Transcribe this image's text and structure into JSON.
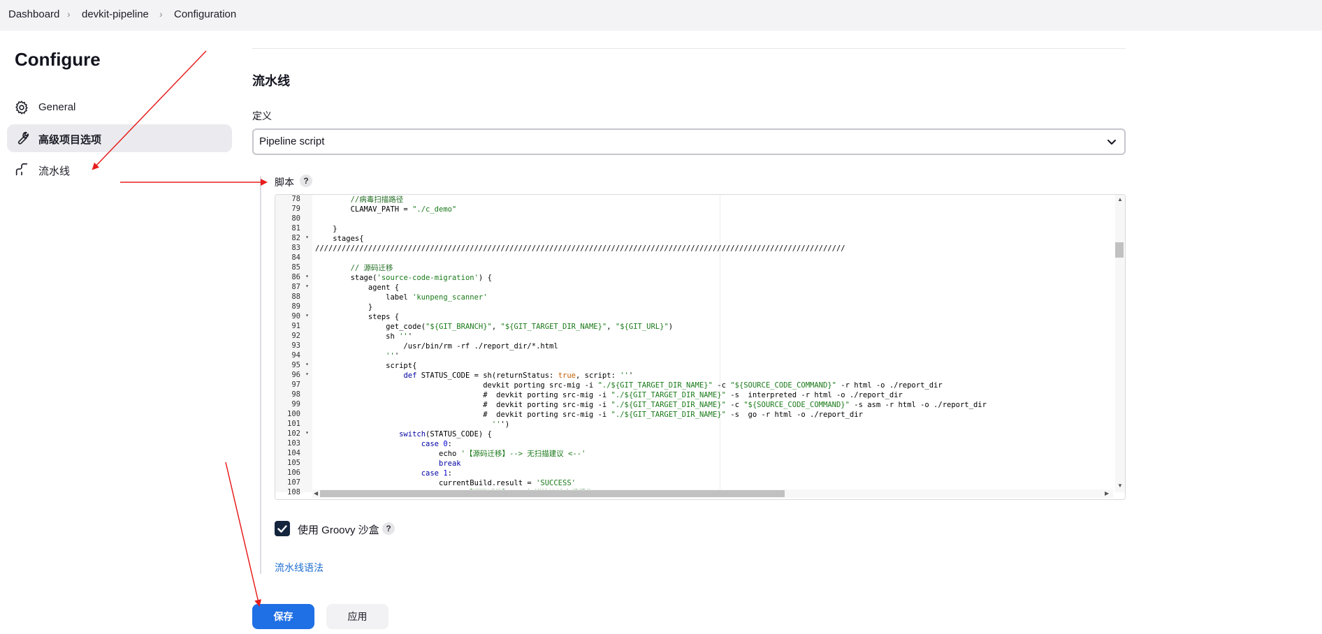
{
  "breadcrumb": [
    "Dashboard",
    "devkit-pipeline",
    "Configuration"
  ],
  "sidebar": {
    "title": "Configure",
    "items": [
      {
        "label": "General",
        "icon": "gear-icon",
        "active": false
      },
      {
        "label": "高级项目选项",
        "icon": "wrench-icon",
        "active": true
      },
      {
        "label": "流水线",
        "icon": "pipeline-icon",
        "active": false
      }
    ]
  },
  "main": {
    "section_title": "流水线",
    "definition_label": "定义",
    "definition_value": "Pipeline script",
    "script_label": "脚本",
    "help_glyph": "?",
    "sandbox_label": "使用 Groovy 沙盒",
    "sandbox_checked": true,
    "syntax_link": "流水线语法",
    "save_label": "保存",
    "apply_label": "应用"
  },
  "editor": {
    "lines": [
      {
        "n": "78",
        "fold": false,
        "code": "        //病毒扫描路径"
      },
      {
        "n": "79",
        "fold": false,
        "code": "        CLAMAV_PATH = \"./c_demo\""
      },
      {
        "n": "80",
        "fold": false,
        "code": ""
      },
      {
        "n": "81",
        "fold": false,
        "code": "    }"
      },
      {
        "n": "82",
        "fold": true,
        "code": "    stages{"
      },
      {
        "n": "83",
        "fold": false,
        "code": "////////////////////////////////////////////////////////////////////////////////////////////////////////////////////////"
      },
      {
        "n": "84",
        "fold": false,
        "code": ""
      },
      {
        "n": "85",
        "fold": false,
        "code": "        // 源码迁移"
      },
      {
        "n": "86",
        "fold": true,
        "code": "        stage('source-code-migration') {"
      },
      {
        "n": "87",
        "fold": true,
        "code": "            agent {"
      },
      {
        "n": "88",
        "fold": false,
        "code": "                label 'kunpeng_scanner'"
      },
      {
        "n": "89",
        "fold": false,
        "code": "            }"
      },
      {
        "n": "90",
        "fold": true,
        "code": "            steps {"
      },
      {
        "n": "91",
        "fold": false,
        "code": "                get_code(\"${GIT_BRANCH}\", \"${GIT_TARGET_DIR_NAME}\", \"${GIT_URL}\")"
      },
      {
        "n": "92",
        "fold": false,
        "code": "                sh '''"
      },
      {
        "n": "93",
        "fold": false,
        "code": "                    /usr/bin/rm -rf ./report_dir/*.html"
      },
      {
        "n": "94",
        "fold": false,
        "code": "                '''"
      },
      {
        "n": "95",
        "fold": true,
        "code": "                script{"
      },
      {
        "n": "96",
        "fold": true,
        "code": "                    def STATUS_CODE = sh(returnStatus: true, script: '''"
      },
      {
        "n": "97",
        "fold": false,
        "code": "                                      devkit porting src-mig -i \"./${GIT_TARGET_DIR_NAME}\" -c \"${SOURCE_CODE_COMMAND}\" -r html -o ./report_dir"
      },
      {
        "n": "98",
        "fold": false,
        "code": "                                      #  devkit porting src-mig -i \"./${GIT_TARGET_DIR_NAME}\" -s  interpreted -r html -o ./report_dir"
      },
      {
        "n": "99",
        "fold": false,
        "code": "                                      #  devkit porting src-mig -i \"./${GIT_TARGET_DIR_NAME}\" -c \"${SOURCE_CODE_COMMAND}\" -s asm -r html -o ./report_dir"
      },
      {
        "n": "100",
        "fold": false,
        "code": "                                      #  devkit porting src-mig -i \"./${GIT_TARGET_DIR_NAME}\" -s  go -r html -o ./report_dir"
      },
      {
        "n": "101",
        "fold": false,
        "code": "                                        ''')"
      },
      {
        "n": "102",
        "fold": true,
        "code": "                   switch(STATUS_CODE) {"
      },
      {
        "n": "103",
        "fold": false,
        "code": "                        case 0:"
      },
      {
        "n": "104",
        "fold": false,
        "code": "                            echo '【源码迁移】--> 无扫描建议 <--'"
      },
      {
        "n": "105",
        "fold": false,
        "code": "                            break"
      },
      {
        "n": "106",
        "fold": false,
        "code": "                        case 1:"
      },
      {
        "n": "107",
        "fold": false,
        "code": "                            currentBuild.result = 'SUCCESS'"
      },
      {
        "n": "108",
        "fold": false,
        "code": "                            echo '【源码迁移】--> 扫描建议请查看报告 <--'"
      }
    ]
  }
}
